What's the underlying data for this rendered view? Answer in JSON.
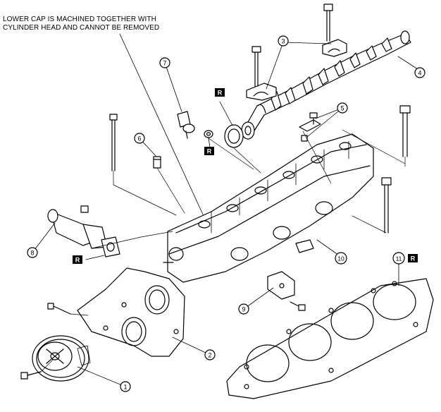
{
  "note": {
    "line1": "LOWER CAP IS MACHINED TOGETHER WITH",
    "line2": "CYLINDER HEAD AND CANNOT BE REMOVED"
  },
  "replace_badge": "R",
  "callouts": {
    "c1": "1",
    "c2": "2",
    "c3": "3",
    "c4": "4",
    "c5": "5",
    "c6": "6",
    "c7": "7",
    "c8": "8",
    "c9": "9",
    "c10": "10",
    "c11": "11"
  },
  "colors": {
    "line": "#000000",
    "badge_bg": "#000000",
    "badge_text": "#ffffff",
    "paper": "#ffffff"
  }
}
